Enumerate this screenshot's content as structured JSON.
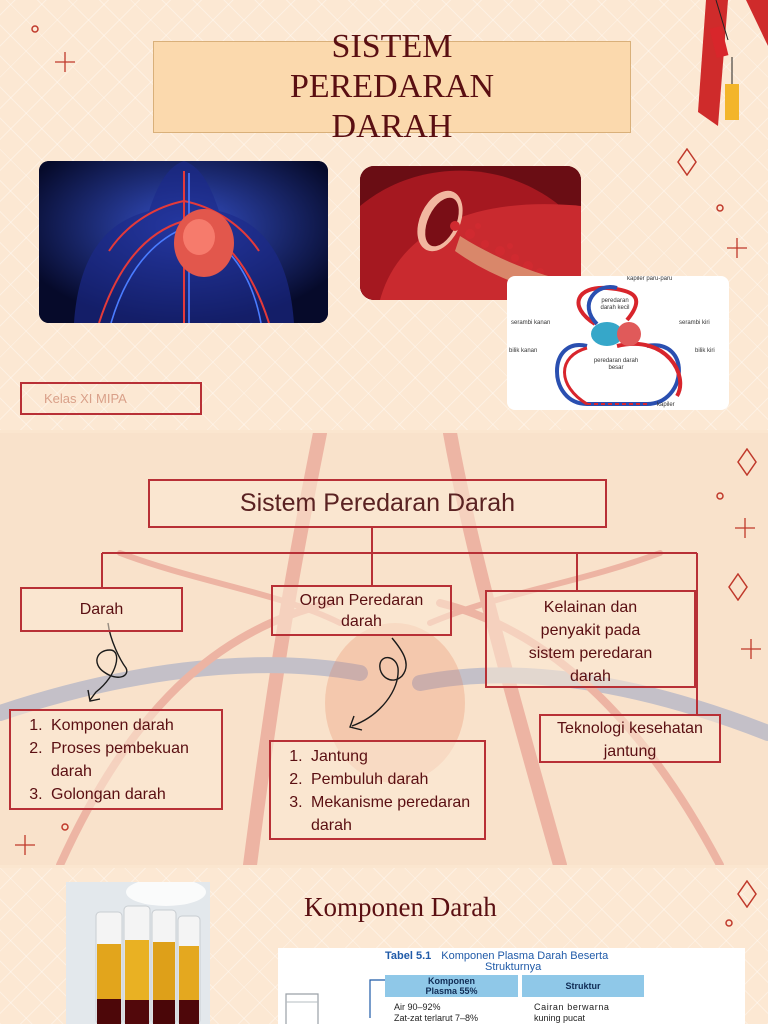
{
  "slide1": {
    "title": "SISTEM PEREDARAN DARAH",
    "kelas_label": "Kelas XI MIPA",
    "diagram_labels": {
      "kapiler_paru": "kapiler paru-paru",
      "peredaran_kecil": "peredaran darah kecil",
      "serambi_kanan": "serambi kanan",
      "serambi_kiri": "serambi kiri",
      "bilik_kanan": "bilik kanan",
      "bilik_kiri": "bilik kiri",
      "peredaran_besar": "peredaran darah besar",
      "kapiler": "kapiler"
    }
  },
  "slide2": {
    "root": "Sistem Peredaran Darah",
    "darah": "Darah",
    "organ": "Organ Peredaran darah",
    "kelainan": "Kelainan dan penyakit pada sistem peredaran darah",
    "teknologi": "Teknologi kesehatan jantung",
    "darah_items": [
      "Komponen darah",
      "Proses pembekuan darah",
      "Golongan darah"
    ],
    "organ_items": [
      "Jantung",
      "Pembuluh darah",
      "Mekanisme peredaran darah"
    ]
  },
  "slide3": {
    "title": "Komponen Darah",
    "table": {
      "caption_num": "Tabel 5.1",
      "caption_text": "Komponen Plasma Darah Beserta",
      "caption_text2": "Strukturnya",
      "header_komponen": "Komponen Plasma 55%",
      "header_struktur": "Struktur",
      "row1_komponen": "Air 90–92%",
      "row2_komponen": "Zat-zat terlarut 7–8%",
      "row1_struktur": "Cairan berwarna",
      "row2_struktur": "kuning pucat"
    }
  },
  "colors": {
    "box_border": "#b83036",
    "text_dark": "#5a0f12",
    "title_fill": "#fbd9ad"
  }
}
